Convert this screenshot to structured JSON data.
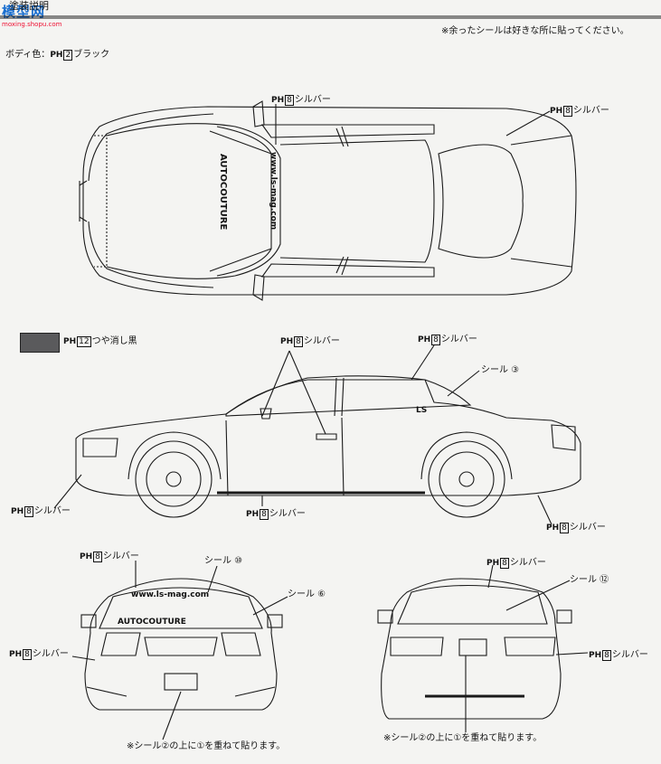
{
  "header": {
    "title_fragment": "塗装説明",
    "note_top": "※余ったシールは好きな所に貼ってください。",
    "body_color_label": "ボディ色：",
    "body_color_code": "2",
    "body_color_name": "ブラック"
  },
  "watermark": {
    "logo": "模型网",
    "url": "moxing.shopu.com"
  },
  "paint": {
    "prefix": "PH",
    "silver_code": "8",
    "silver_name": "シルバー",
    "black_code": "12",
    "black_name": "つや消し黒"
  },
  "decals": {
    "seal_3": "シール ③",
    "seal_10": "シール ⑩",
    "seal_6": "シール ⑥",
    "seal_12": "シール ⑫"
  },
  "car_text": {
    "autocouture": "AUTOCOUTURE",
    "site": "www.ls-mag.com",
    "badge": "LS"
  },
  "notes": {
    "front_plate": "※シール②の上に①を重ねて貼ります。",
    "rear_plate": "※シール②の上に①を重ねて貼ります。"
  },
  "colors": {
    "swatch_black": "#5a5a5c",
    "watermark_blue": "#1a6fd0"
  }
}
